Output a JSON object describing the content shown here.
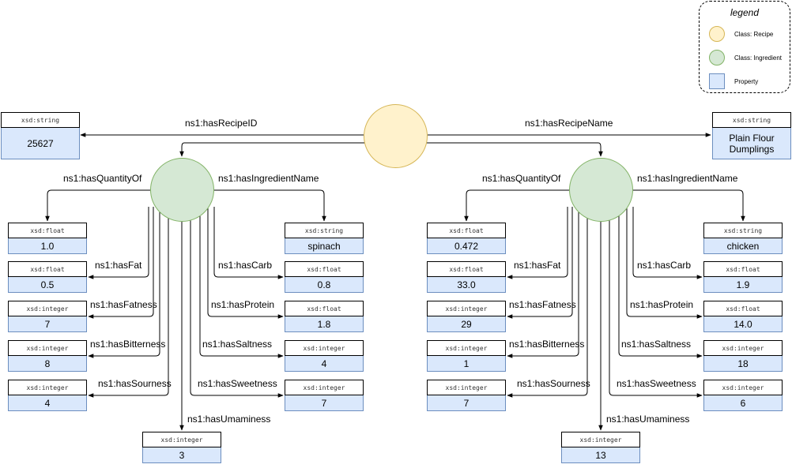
{
  "recipe": {
    "id_property": "ns1:hasRecipeID",
    "name_property": "ns1:hasRecipeName",
    "id": {
      "type": "xsd:string",
      "value": "25627"
    },
    "name": {
      "type": "xsd:string",
      "value": "Plain Flour Dumplings"
    }
  },
  "ingredients": [
    {
      "quantity": {
        "prop": "ns1:hasQuantityOf",
        "type": "xsd:float",
        "value": "1.0"
      },
      "name": {
        "prop": "ns1:hasIngredientName",
        "type": "xsd:string",
        "value": "spinach"
      },
      "fat": {
        "prop": "ns1:hasFat",
        "type": "xsd:float",
        "value": "0.5"
      },
      "carb": {
        "prop": "ns1:hasCarb",
        "type": "xsd:float",
        "value": "0.8"
      },
      "fatness": {
        "prop": "ns1:hasFatness",
        "type": "xsd:integer",
        "value": "7"
      },
      "protein": {
        "prop": "ns1:hasProtein",
        "type": "xsd:float",
        "value": "1.8"
      },
      "bitterness": {
        "prop": "ns1:hasBitterness",
        "type": "xsd:integer",
        "value": "8"
      },
      "saltness": {
        "prop": "ns1:hasSaltness",
        "type": "xsd:integer",
        "value": "4"
      },
      "sourness": {
        "prop": "ns1:hasSourness",
        "type": "xsd:integer",
        "value": "4"
      },
      "sweetness": {
        "prop": "ns1:hasSweetness",
        "type": "xsd:integer",
        "value": "7"
      },
      "umaminess": {
        "prop": "ns1:hasUmaminess",
        "type": "xsd:integer",
        "value": "3"
      }
    },
    {
      "quantity": {
        "prop": "ns1:hasQuantityOf",
        "type": "xsd:float",
        "value": "0.472"
      },
      "name": {
        "prop": "ns1:hasIngredientName",
        "type": "xsd:string",
        "value": "chicken"
      },
      "fat": {
        "prop": "ns1:hasFat",
        "type": "xsd:float",
        "value": "33.0"
      },
      "carb": {
        "prop": "ns1:hasCarb",
        "type": "xsd:float",
        "value": "1.9"
      },
      "fatness": {
        "prop": "ns1:hasFatness",
        "type": "xsd:integer",
        "value": "29"
      },
      "protein": {
        "prop": "ns1:hasProtein",
        "type": "xsd:float",
        "value": "14.0"
      },
      "bitterness": {
        "prop": "ns1:hasBitterness",
        "type": "xsd:integer",
        "value": "1"
      },
      "saltness": {
        "prop": "ns1:hasSaltness",
        "type": "xsd:integer",
        "value": "18"
      },
      "sourness": {
        "prop": "ns1:hasSourness",
        "type": "xsd:integer",
        "value": "7"
      },
      "sweetness": {
        "prop": "ns1:hasSweetness",
        "type": "xsd:integer",
        "value": "6"
      },
      "umaminess": {
        "prop": "ns1:hasUmaminess",
        "type": "xsd:integer",
        "value": "13"
      }
    }
  ],
  "legend": {
    "title": "legend",
    "items": [
      {
        "label": "Class: Recipe",
        "color": "#fff2cc"
      },
      {
        "label": "Class: Ingredient",
        "color": "#d5e8d4"
      },
      {
        "label": "Property",
        "color": "#dae8fc"
      }
    ]
  },
  "colors": {
    "recipe_fill": "#fff2cc",
    "recipe_stroke": "#d6b656",
    "ingredient_fill": "#d5e8d4",
    "ingredient_stroke": "#82b366",
    "property_fill": "#dae8fc",
    "property_stroke": "#6c8ebf"
  }
}
